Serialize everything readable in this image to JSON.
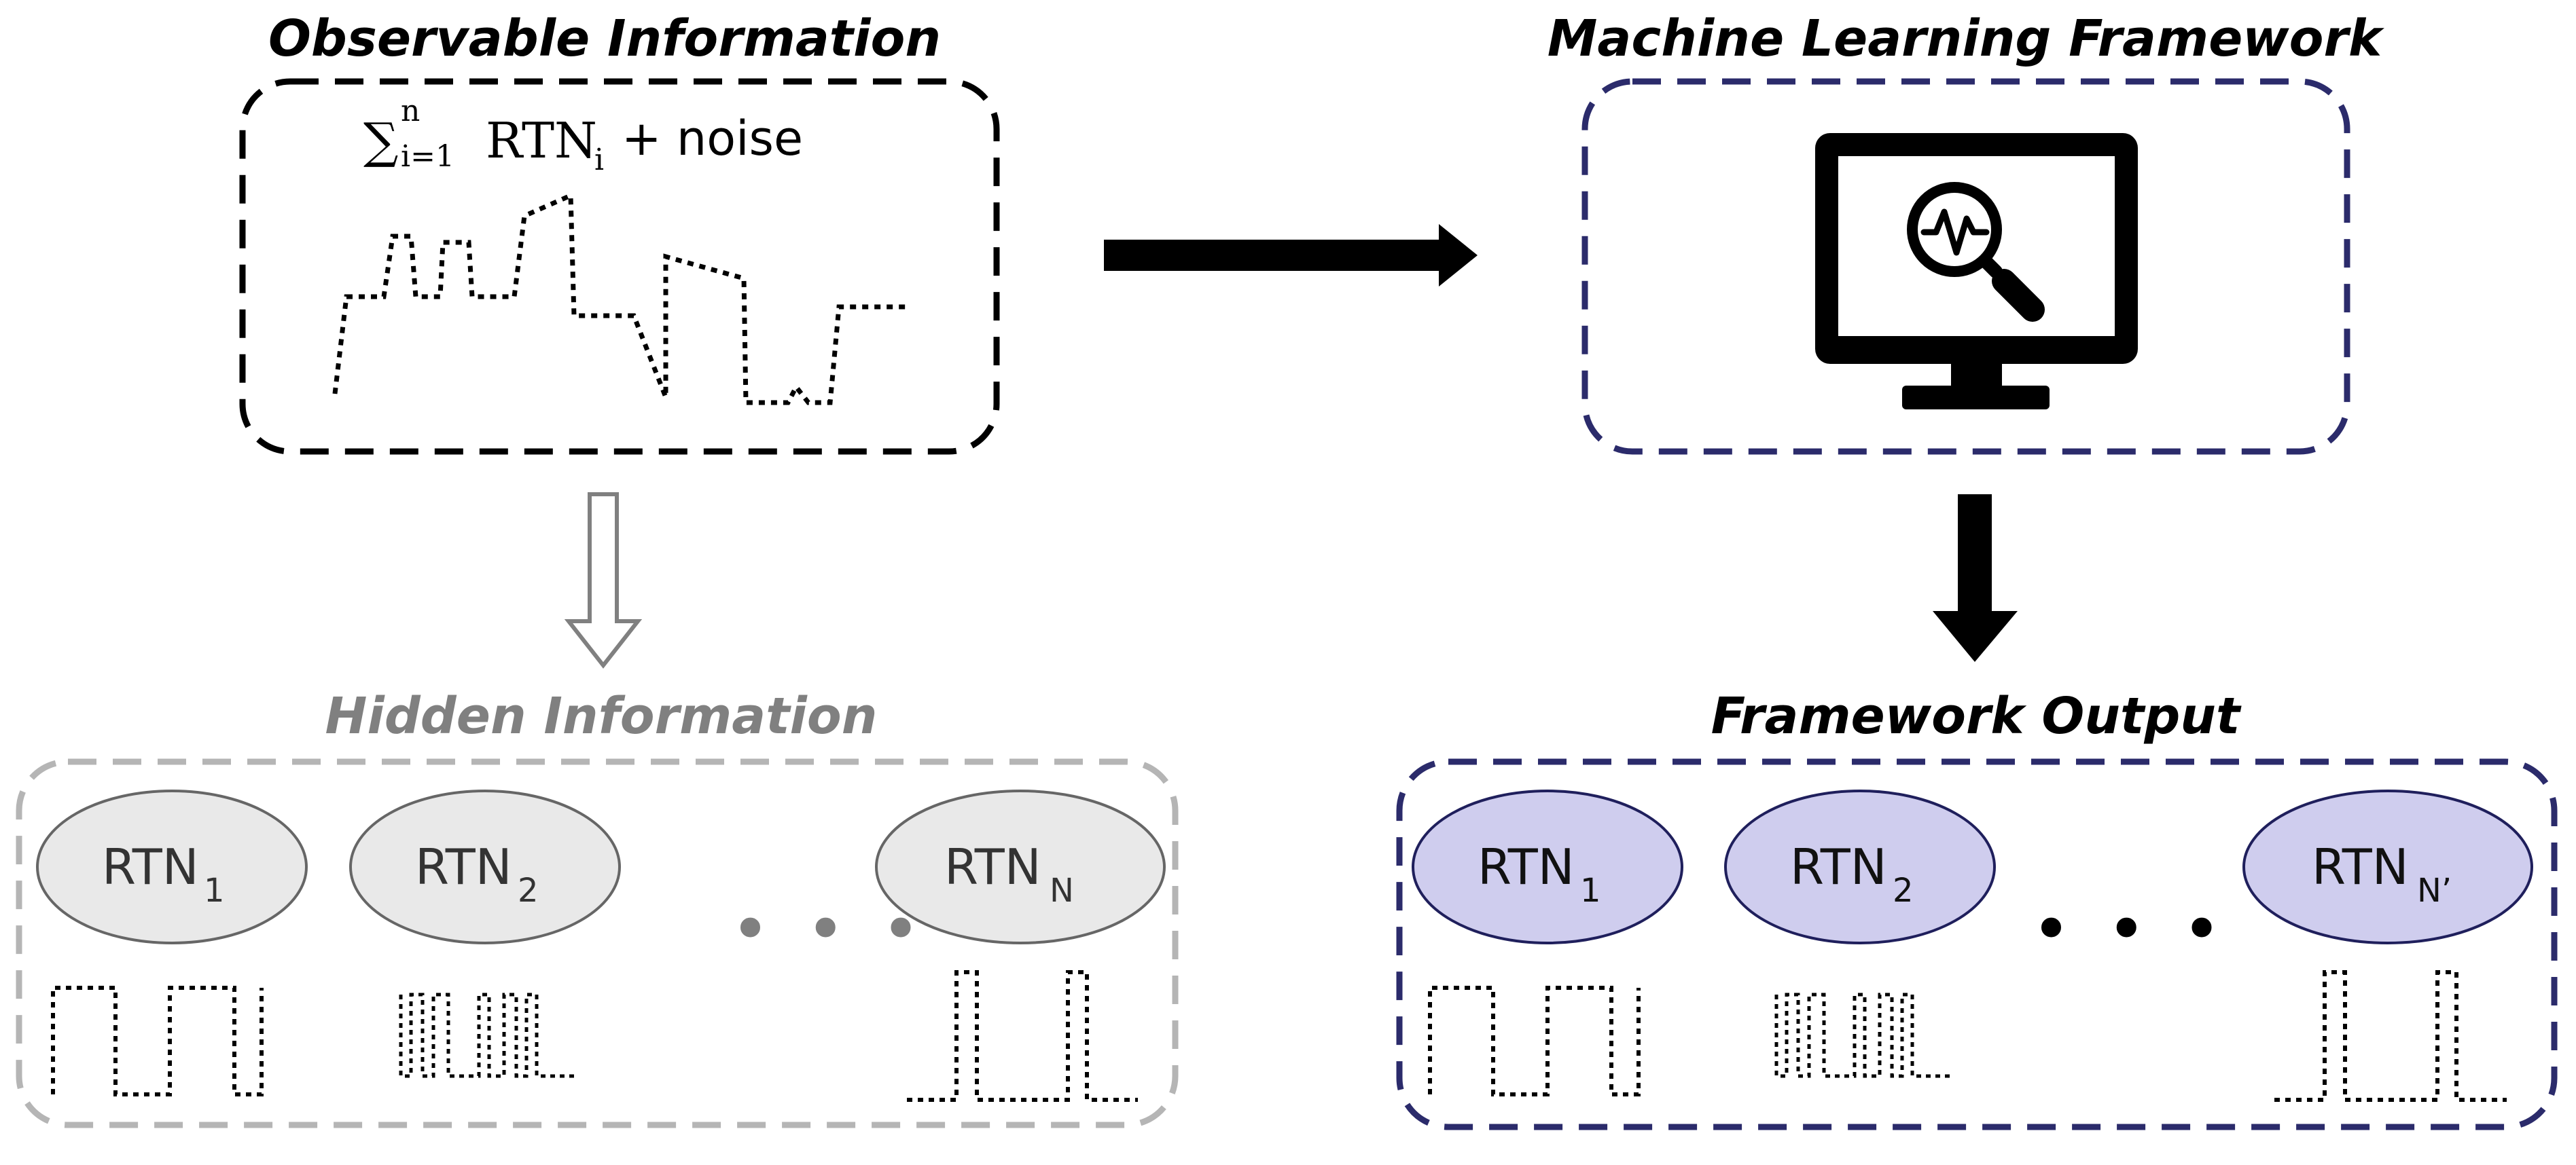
{
  "colors": {
    "black": "#000000",
    "gray": "#808080",
    "gray_border": "#b5b5b5",
    "navy": "#2b2b6b",
    "ellipse_gray_fill": "#e9e9e9",
    "ellipse_gray_stroke": "#666666",
    "ellipse_purple_fill": "#cfcdee",
    "ellipse_purple_stroke": "#1f1f5c"
  },
  "observable": {
    "title": "Observable Information",
    "formula": {
      "sum": "∑",
      "sup": "n",
      "sub": "i=1",
      "term": "RTN",
      "term_sub": "i",
      "suffix": "+ noise"
    }
  },
  "framework": {
    "title": "Machine Learning Framework",
    "icon": "monitor-search-icon"
  },
  "hidden": {
    "title": "Hidden Information",
    "nodes": [
      {
        "label": "RTN",
        "sub": "1"
      },
      {
        "label": "RTN",
        "sub": "2"
      },
      {
        "label": "RTN",
        "sub": "N"
      }
    ],
    "ellipsis": "• • •"
  },
  "output": {
    "title": "Framework Output",
    "nodes": [
      {
        "label": "RTN",
        "sub": "1"
      },
      {
        "label": "RTN",
        "sub": "2"
      },
      {
        "label": "RTN",
        "sub": "N’"
      }
    ],
    "ellipsis": "• • •"
  }
}
